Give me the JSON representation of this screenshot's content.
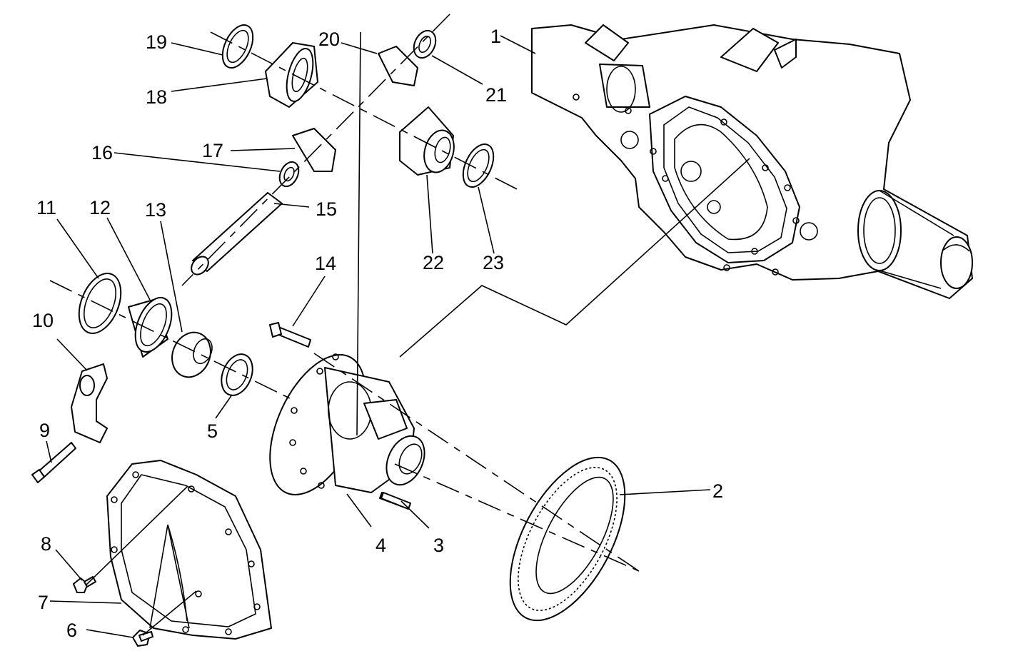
{
  "figure": {
    "callouts": [
      {
        "id": "c1",
        "label": "1"
      },
      {
        "id": "c2",
        "label": "2"
      },
      {
        "id": "c3",
        "label": "3"
      },
      {
        "id": "c4",
        "label": "4"
      },
      {
        "id": "c5",
        "label": "5"
      },
      {
        "id": "c6",
        "label": "6"
      },
      {
        "id": "c7",
        "label": "7"
      },
      {
        "id": "c8",
        "label": "8"
      },
      {
        "id": "c9",
        "label": "9"
      },
      {
        "id": "c10",
        "label": "10"
      },
      {
        "id": "c11",
        "label": "11"
      },
      {
        "id": "c12",
        "label": "12"
      },
      {
        "id": "c13",
        "label": "13"
      },
      {
        "id": "c14",
        "label": "14"
      },
      {
        "id": "c15",
        "label": "15"
      },
      {
        "id": "c16",
        "label": "16"
      },
      {
        "id": "c17",
        "label": "17"
      },
      {
        "id": "c18",
        "label": "18"
      },
      {
        "id": "c19",
        "label": "19"
      },
      {
        "id": "c20",
        "label": "20"
      },
      {
        "id": "c21",
        "label": "21"
      },
      {
        "id": "c22",
        "label": "22"
      },
      {
        "id": "c23",
        "label": "23"
      }
    ]
  }
}
